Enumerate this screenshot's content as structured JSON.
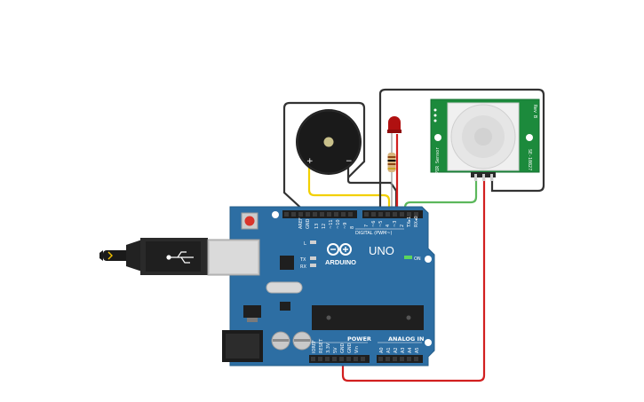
{
  "board": {
    "brand": "ARDUINO",
    "model": "UNO",
    "digital_header": "DIGITAL (PWM~)",
    "power_header": "POWER",
    "analog_header": "ANALOG IN",
    "on_label": "ON",
    "tx_label": "TX",
    "rx_label": "RX",
    "l_label": "L",
    "aref_label": "AREF",
    "gnd_label": "GND",
    "digital_pins": [
      "13",
      "12",
      "~11",
      "~10",
      "~9",
      "8",
      "7",
      "~6",
      "~5",
      "4",
      "~3",
      "2",
      "TX▸1",
      "RX◂0"
    ],
    "power_pins": [
      "IOREF",
      "RESET",
      "3.3V",
      "5V",
      "GND",
      "GND",
      "Vin"
    ],
    "analog_pins": [
      "A0",
      "A1",
      "A2",
      "A3",
      "A4",
      "A5"
    ]
  },
  "buzzer": {
    "plus": "+",
    "minus": "−"
  },
  "pir": {
    "label_left": "PIR Sensor",
    "label_sub": "Rev B",
    "label_right": "SE-10827"
  },
  "colors": {
    "board": "#2d6ea3",
    "wire_black": "#333333",
    "wire_red": "#d21f1f",
    "wire_yellow": "#f2d000",
    "wire_green": "#5cb85c",
    "pir_pcb": "#1c8a3c",
    "led": "#b01010"
  }
}
